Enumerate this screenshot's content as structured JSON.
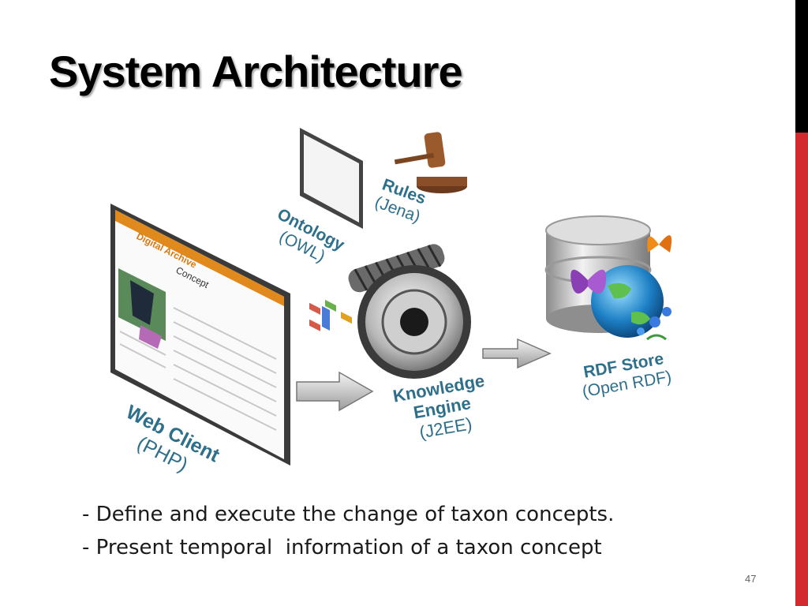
{
  "slide": {
    "title": "System Architecture",
    "page_number": "47"
  },
  "diagram": {
    "web_client": {
      "name": "Web Client",
      "tech": "(PHP)",
      "screen": {
        "brand": "Digital Archive",
        "heading": "Concept"
      }
    },
    "ontology": {
      "name": "Ontology",
      "tech": "(OWL)"
    },
    "rules": {
      "name": "Rules",
      "tech": "(Jena)"
    },
    "knowledge_engine": {
      "name_line1": "Knowledge",
      "name_line2": "Engine",
      "tech": "(J2EE)"
    },
    "rdf_store": {
      "name": "RDF Store",
      "tech": "(Open RDF)"
    }
  },
  "bullets": [
    "- Define and execute the change of taxon concepts.",
    "- Present temporal  information of a taxon concept"
  ],
  "colors": {
    "label": "#2e6f8c",
    "accent_red": "#d22a2f",
    "screen_orange": "#e08a1e"
  }
}
